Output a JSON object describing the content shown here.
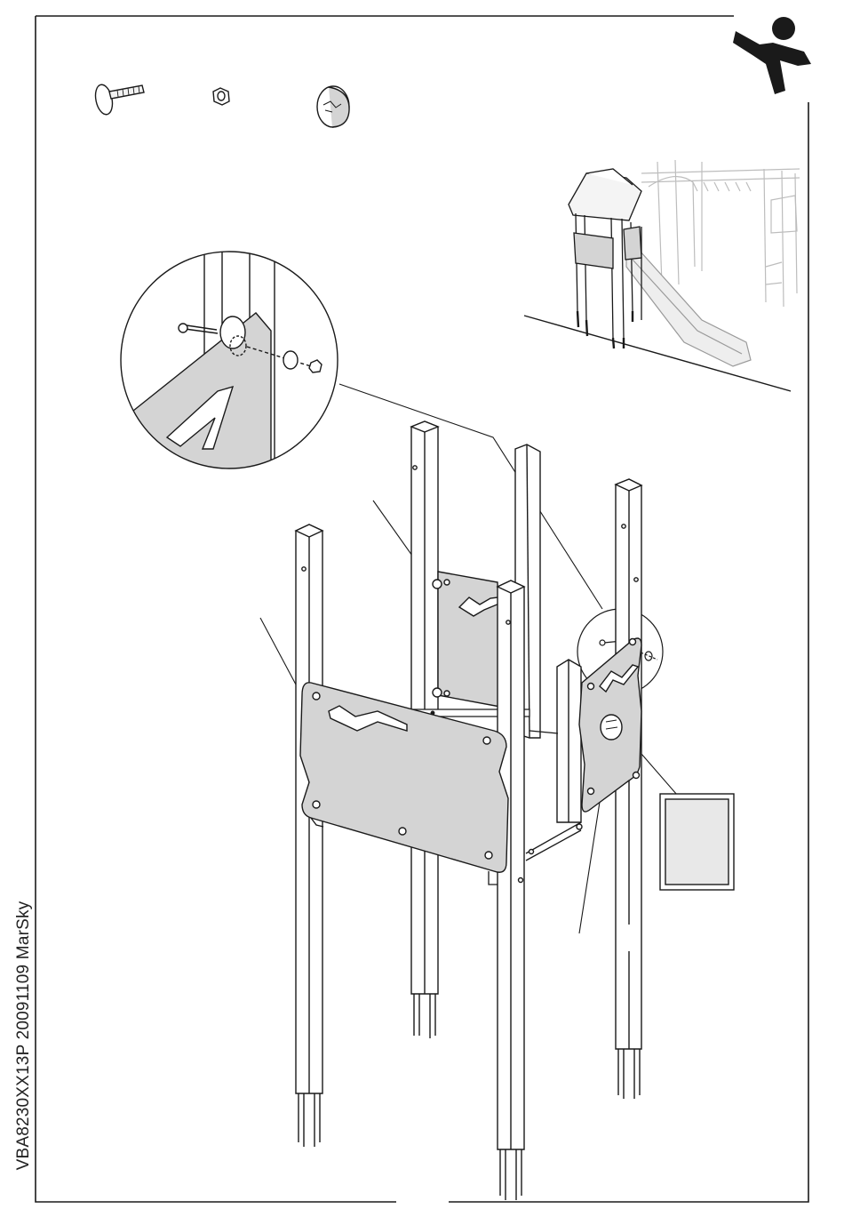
{
  "document": {
    "code": "VBA8230XX13P 20091109 MarSky"
  },
  "hardware": [
    {
      "name": "carriage-bolt"
    },
    {
      "name": "hex-nut"
    },
    {
      "name": "dome-cap"
    }
  ],
  "icons": {
    "logo": "playing-child-logo"
  },
  "colors": {
    "line": "#1a1a1a",
    "panel_fill": "#d4d4d4",
    "post_fill": "#ffffff",
    "logo": "#1a1a1a"
  }
}
